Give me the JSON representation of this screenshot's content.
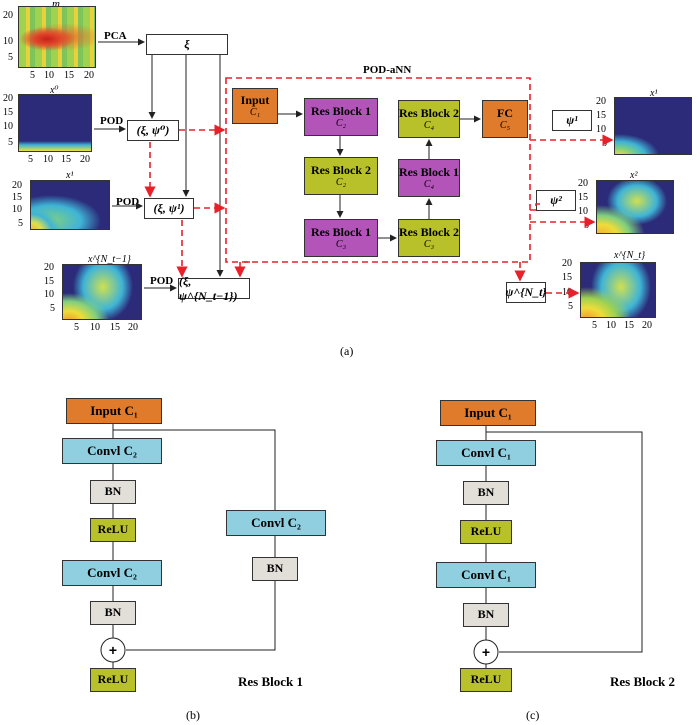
{
  "panel_a": {
    "caption": "(a)",
    "pod_ann_title": "POD-aNN",
    "m_label": "m",
    "pca_label": "PCA",
    "xi_label": "ξ",
    "pod_label": "POD",
    "x0_label": "x⁰",
    "x1_label": "x¹",
    "xN_label": "x^{N_t−1}",
    "out_x1_label": "x¹",
    "out_x2_label": "x²",
    "out_xN_label": "x^{N_t}",
    "pair0": "(ξ, ψ⁰)",
    "pair1": "(ξ, ψ¹)",
    "pairN": "(ξ, ψ^{N_t−1})",
    "psi1": "ψ¹",
    "psi2": "ψ²",
    "psiN": "ψ^{N_t}",
    "input": {
      "title": "Input",
      "sub": "C₁"
    },
    "rb1_top": {
      "title": "Res Block 1",
      "sub": "C₂"
    },
    "rb2_mid": {
      "title": "Res Block 2",
      "sub": "C₂"
    },
    "rb1_bot": {
      "title": "Res Block 1",
      "sub": "C₃"
    },
    "rb2_bot": {
      "title": "Res Block 2",
      "sub": "C₃"
    },
    "rb1_mid": {
      "title": "Res Block 1",
      "sub": "C₄"
    },
    "rb2_top": {
      "title": "Res Block 2",
      "sub": "C₄"
    },
    "fc": {
      "title": "FC",
      "sub": "C₅"
    },
    "ticks_y": [
      "20",
      "15",
      "10",
      "5"
    ],
    "ticks_x": [
      "5",
      "10",
      "15",
      "20"
    ]
  },
  "panel_b": {
    "caption": "(b)",
    "title": "Res Block 1",
    "input": "Input C₁",
    "conv1": "Convl C₂",
    "bn1": "BN",
    "relu1": "ReLU",
    "conv2": "Convl C₂",
    "bn2": "BN",
    "plus": "+",
    "relu2": "ReLU",
    "skip_conv": "Convl C₂",
    "skip_bn": "BN"
  },
  "panel_c": {
    "caption": "(c)",
    "title": "Res Block 2",
    "input": "Input C₁",
    "conv1": "Convl C₁",
    "bn1": "BN",
    "relu1": "ReLU",
    "conv2": "Convl C₁",
    "bn2": "BN",
    "plus": "+",
    "relu2": "ReLU"
  },
  "colors": {
    "input": "#E07B2C",
    "res_block_1": "#B355B8",
    "res_block_2": "#B9C12A",
    "conv": "#8FCFE0",
    "bn": "#E2DFD8",
    "dashed": "#E8202A",
    "heatmap_bg": "#2B2B7A",
    "heatmap_mid": "#3FB4D6",
    "heatmap_hot": "#F3E03A"
  }
}
